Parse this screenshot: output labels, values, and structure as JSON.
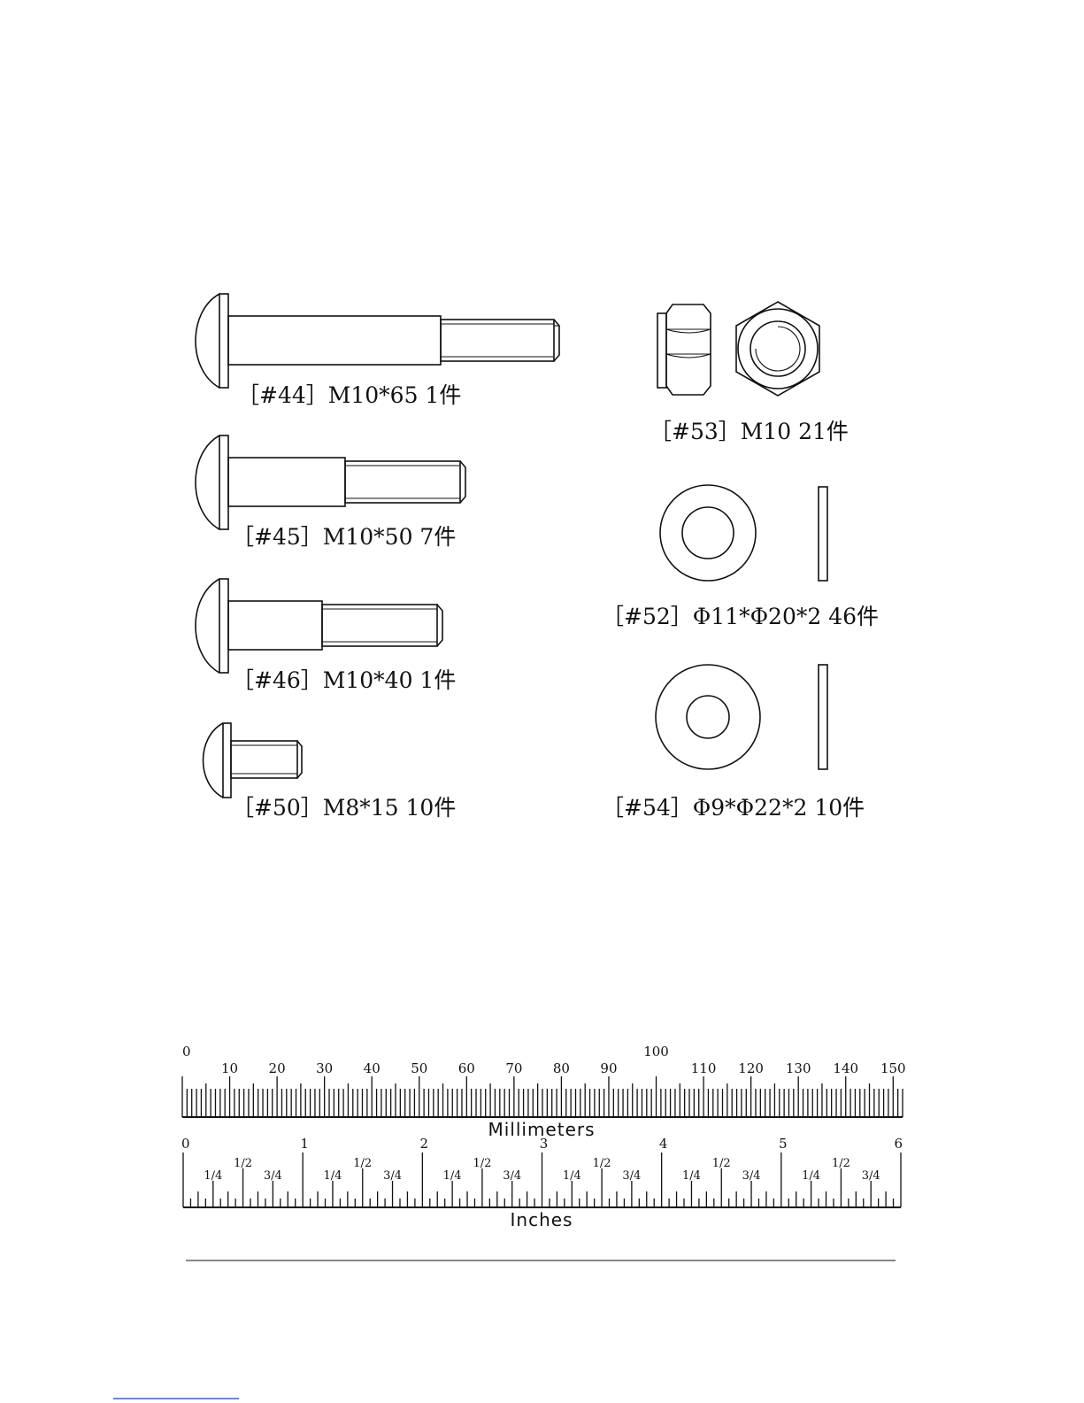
{
  "parts": {
    "p44": "［#44］M10*65 1件",
    "p45": "［#45］M10*50 7件",
    "p46": "［#46］M10*40 1件",
    "p50": "［#50］M8*15 10件",
    "p53": "［#53］M10 21件",
    "p52": "［#52］Φ11*Φ20*2 46件",
    "p54": "［#54］Φ9*Φ22*2 10件"
  },
  "ruler_mm": {
    "title": "Millimeters",
    "labels": [
      "0",
      "10",
      "20",
      "30",
      "40",
      "50",
      "60",
      "70",
      "80",
      "90",
      "100",
      "110",
      "120",
      "130",
      "140",
      "150"
    ]
  },
  "ruler_in": {
    "title": "Inches",
    "labels": [
      "0",
      "1",
      "2",
      "3",
      "4",
      "5",
      "6"
    ],
    "fractions": [
      "1/4",
      "1/2",
      "3/4"
    ]
  }
}
